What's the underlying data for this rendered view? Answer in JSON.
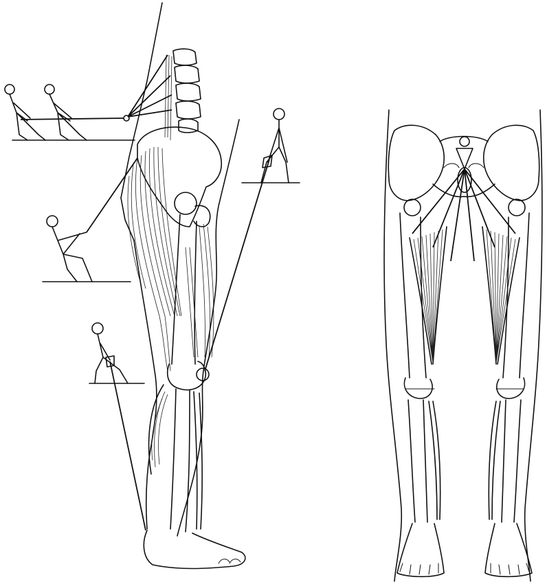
{
  "figure": {
    "colors": {
      "ink": "#111111",
      "paper": "#ffffff"
    },
    "panels": [
      {
        "name": "lateral-view",
        "subject": "leg-side-view"
      },
      {
        "name": "anterior-view",
        "subject": "legs-front-view"
      }
    ]
  }
}
